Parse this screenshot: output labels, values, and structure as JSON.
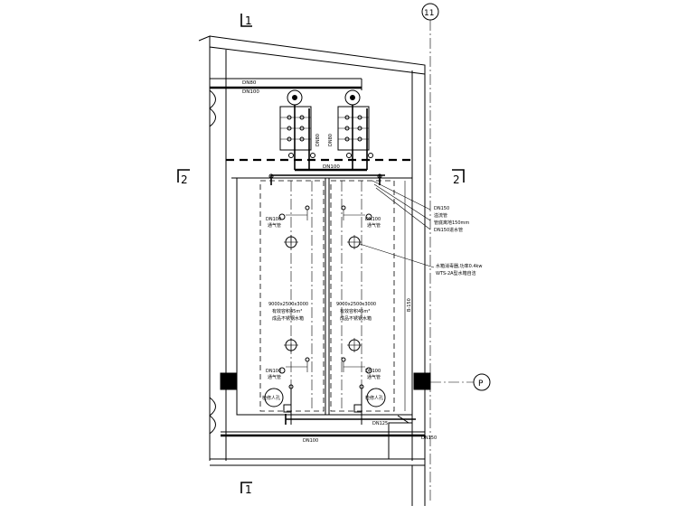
{
  "section_marks": {
    "top": "1",
    "bottom": "1",
    "left": "2",
    "right": "2"
  },
  "axes": {
    "column": "11",
    "row": "P"
  },
  "pipe_labels": {
    "dn80": "DN80",
    "dn100_top": "DN100",
    "dn80_vert": "DN80",
    "dn80_vert2": "DN80",
    "dn100_header": "DN100",
    "dn100_bottom": "DN100",
    "dn125": "DN125",
    "dn150_bottom": "DN150"
  },
  "tanks": {
    "left": {
      "vent_label_top": "DN100",
      "vent_name_top": "通气管",
      "vent_label_bottom": "DN100",
      "vent_name_bottom": "通气管",
      "spec_line1": "9000x2500x3000",
      "spec_line2": "有效容积45m³",
      "spec_line3": "成品不锈钢水箱",
      "manhole": "检修人孔"
    },
    "right": {
      "vent_label_top": "DN100",
      "vent_name_top": "通气管",
      "vent_label_bottom": "DN100",
      "vent_name_bottom": "通气管",
      "spec_line1": "9000x2500x3000",
      "spec_line2": "有效容积45m³",
      "spec_line3": "成品不锈钢水箱",
      "manhole": "检修人孔"
    }
  },
  "callouts": {
    "overflow": {
      "line1": "DN150",
      "line2": "溢流管",
      "line3": "管底离地150mm",
      "line4": "DN150进水管"
    },
    "disinfector": {
      "line1": "水箱消毒器,功率0.4kw",
      "line2": "WTS-2A型水箱自洁"
    },
    "dim_vertical": "B-150",
    "bottom_dim": "DN150"
  }
}
